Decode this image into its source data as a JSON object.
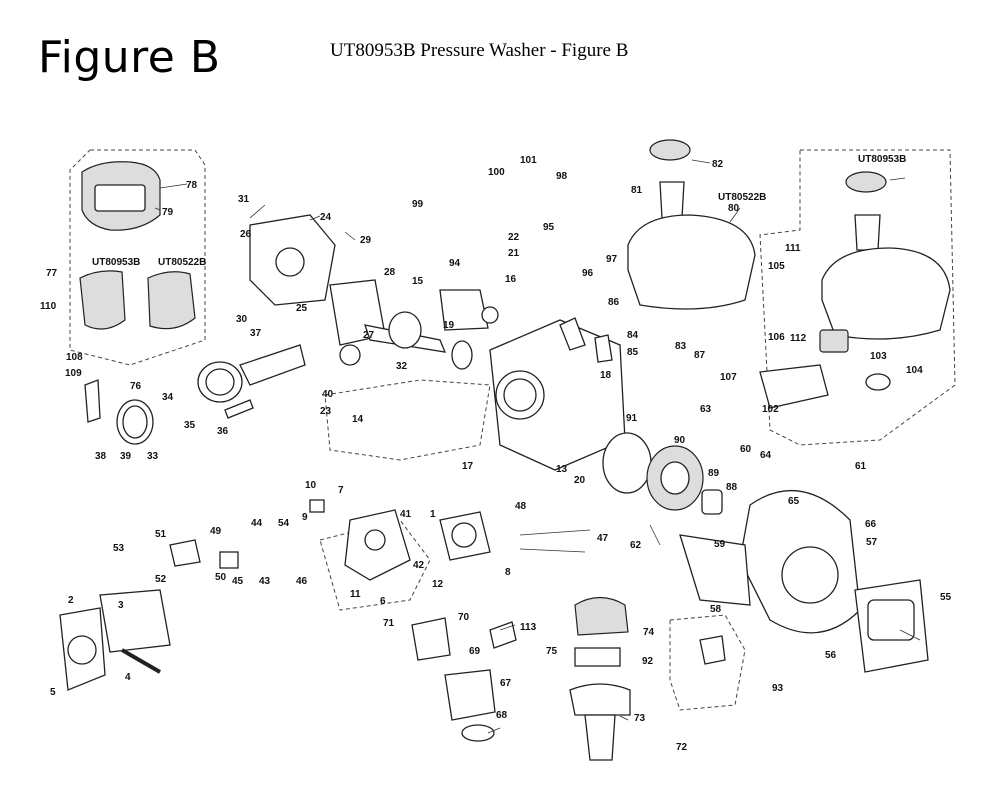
{
  "heading": "Figure B",
  "caption": "UT80953B Pressure Washer - Figure B",
  "variants": {
    "left_a": "UT80953B",
    "left_b": "UT80522B",
    "tank_center": "UT80522B",
    "tank_right": "UT80953B"
  },
  "labels": [
    "1",
    "2",
    "3",
    "4",
    "5",
    "6",
    "7",
    "8",
    "9",
    "10",
    "11",
    "12",
    "13",
    "14",
    "15",
    "16",
    "17",
    "18",
    "19",
    "20",
    "21",
    "22",
    "23",
    "24",
    "25",
    "26",
    "27",
    "28",
    "29",
    "30",
    "31",
    "32",
    "33",
    "34",
    "35",
    "36",
    "37",
    "38",
    "39",
    "40",
    "41",
    "42",
    "43",
    "44",
    "45",
    "46",
    "47",
    "48",
    "49",
    "50",
    "51",
    "52",
    "53",
    "54",
    "55",
    "56",
    "57",
    "58",
    "59",
    "60",
    "61",
    "62",
    "63",
    "64",
    "65",
    "66",
    "67",
    "68",
    "69",
    "70",
    "71",
    "72",
    "73",
    "74",
    "75",
    "76",
    "77",
    "78",
    "79",
    "80",
    "81",
    "82",
    "83",
    "84",
    "85",
    "86",
    "87",
    "88",
    "89",
    "90",
    "91",
    "92",
    "93",
    "94",
    "95",
    "96",
    "97",
    "98",
    "99",
    "100",
    "101",
    "102",
    "103",
    "104",
    "105",
    "106",
    "107",
    "108",
    "109",
    "110",
    "111",
    "112",
    "113"
  ]
}
